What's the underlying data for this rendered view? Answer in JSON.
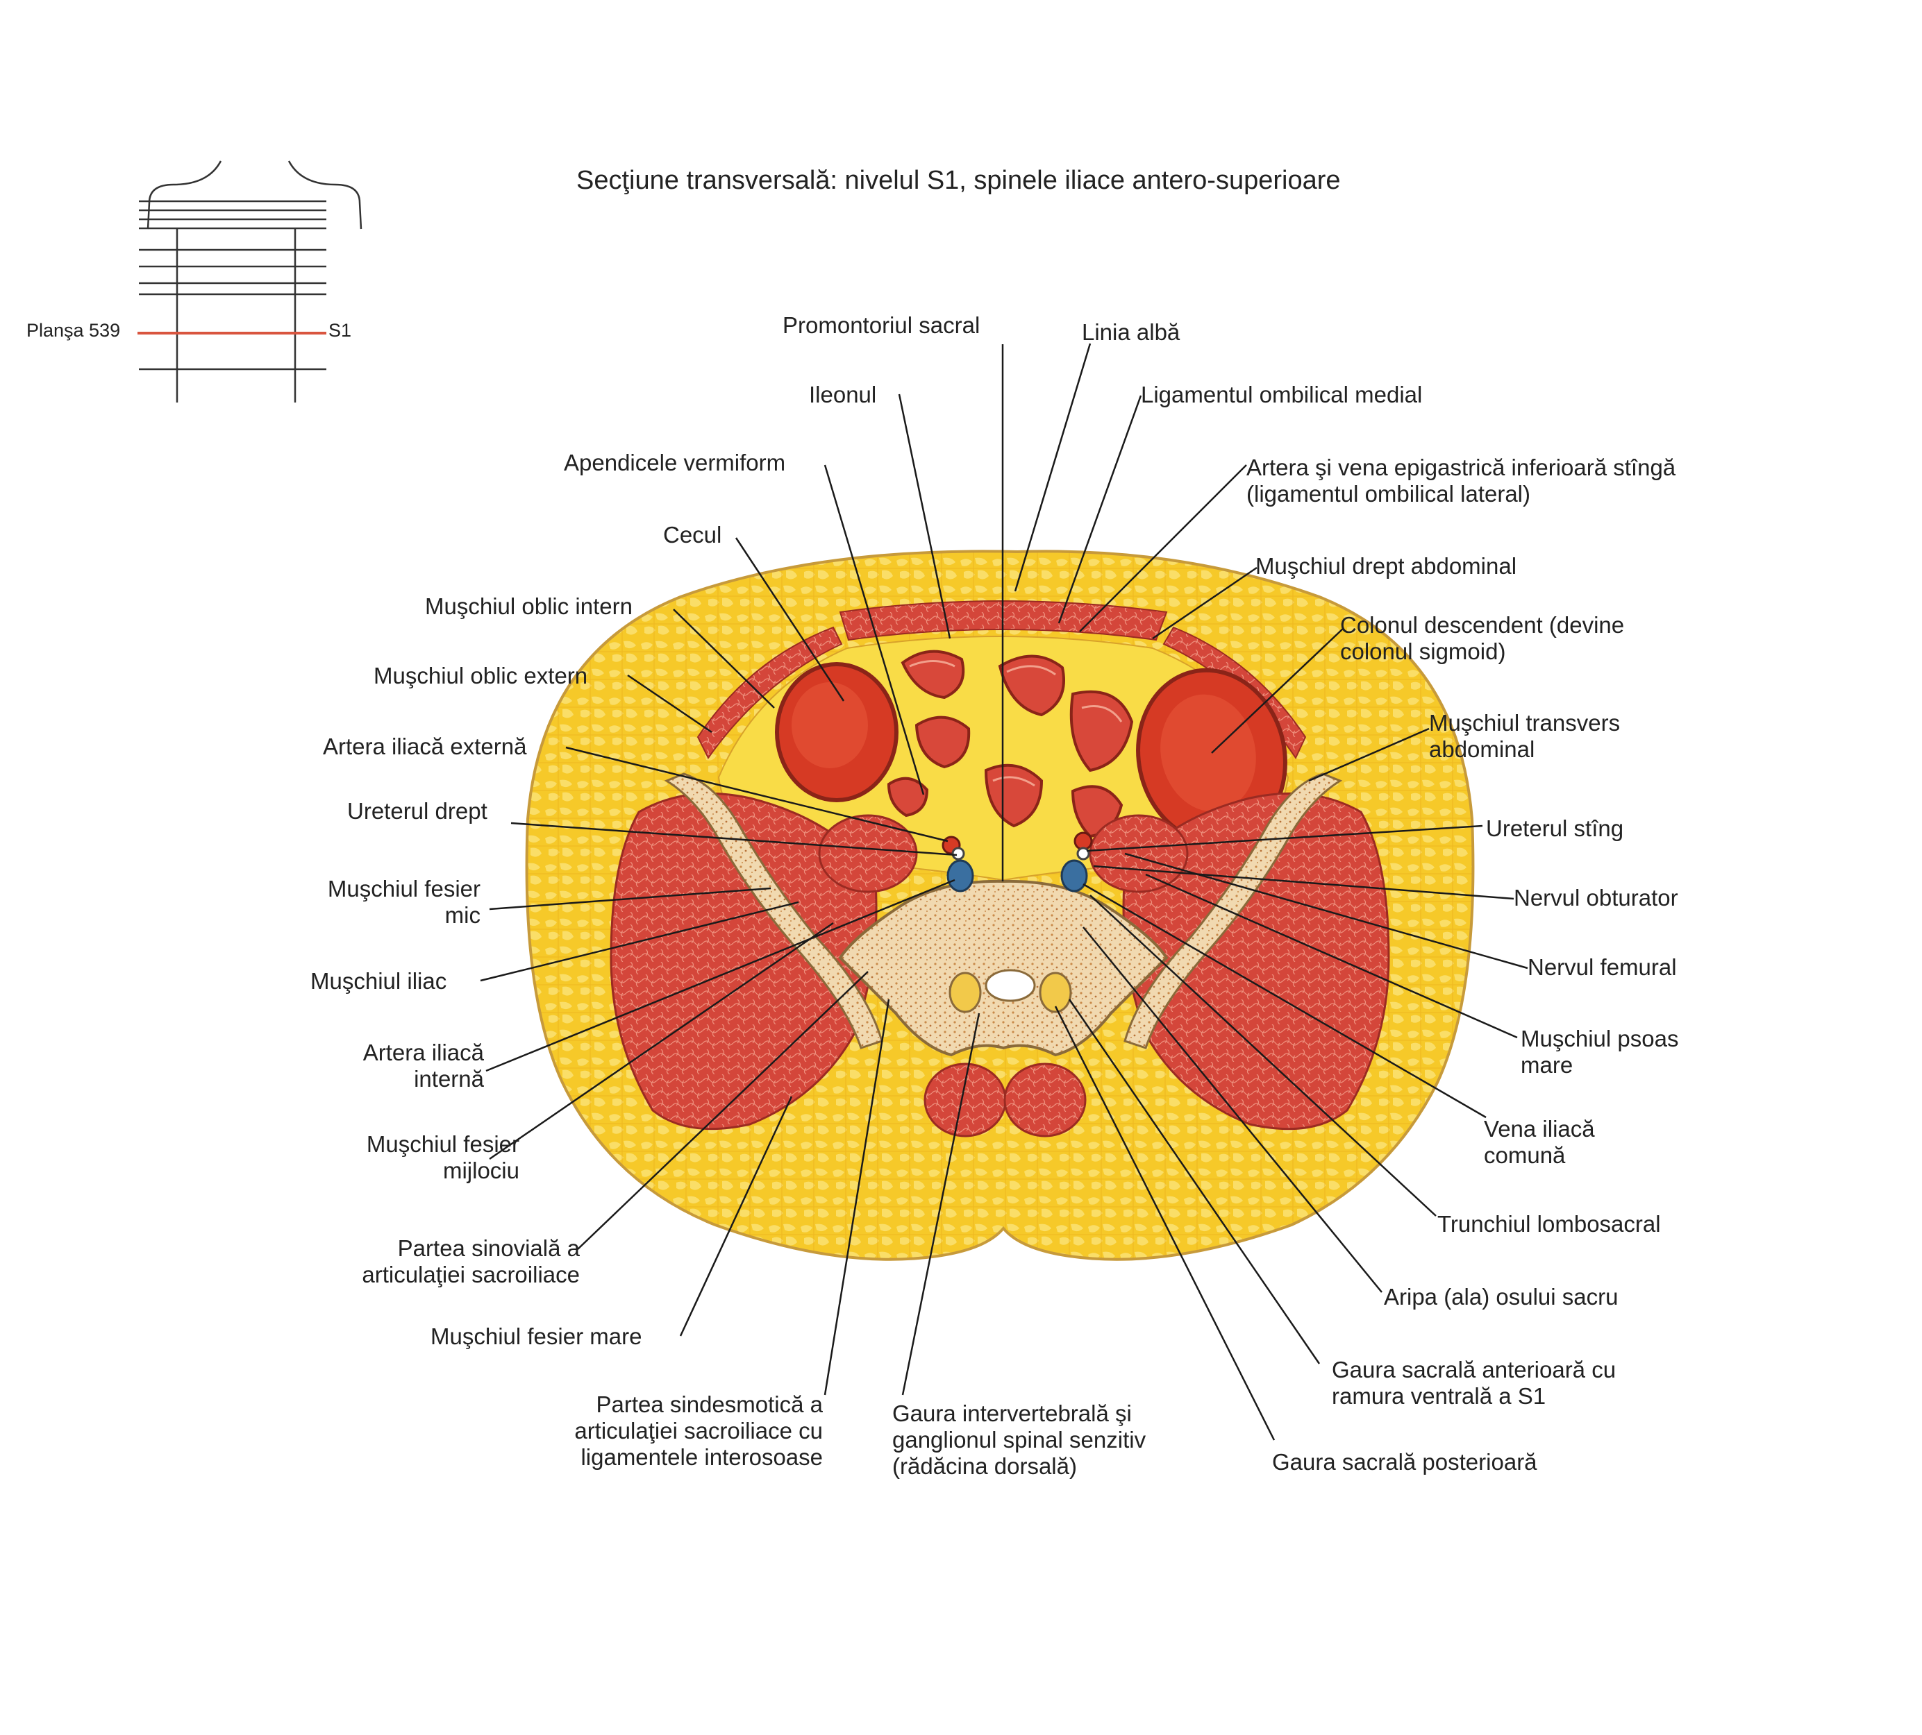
{
  "title": "Secţiune transversală: nivelul S1, spinele iliace antero-superioare",
  "figure_ref": {
    "plate": "Planşa 539",
    "level": "S1"
  },
  "colors": {
    "fat": "#f6c929",
    "fat_light": "#fae35a",
    "muscle": "#d4463a",
    "muscle_dark": "#b8322a",
    "bone": "#f1d9b0",
    "bone_dots": "#c98a4a",
    "colon": "#d63a24",
    "marker_line": "#d9553f",
    "leader_line": "#1a1a1a"
  },
  "labels": {
    "promontoriu": "Promontoriul sacral",
    "linia_alba": "Linia albă",
    "ileonul": "Ileonul",
    "lig_ombilical_medial": "Ligamentul ombilical medial",
    "apendice": "Apendicele vermiform",
    "epigastrica": [
      "Artera şi vena epigastrică inferioară stîngă",
      "(ligamentul ombilical lateral)"
    ],
    "cecul": "Cecul",
    "drept_abdominal": "Muşchiul drept abdominal",
    "oblic_intern": "Muşchiul oblic intern",
    "colon_descendent": [
      "Colonul descendent (devine",
      "colonul sigmoid)"
    ],
    "oblic_extern": "Muşchiul oblic extern",
    "transvers": [
      "Muşchiul transvers",
      "abdominal"
    ],
    "iliaca_externa": "Artera iliacă externă",
    "ureter_drept": "Ureterul drept",
    "ureter_sting": "Ureterul stîng",
    "fesier_mic": [
      "Muşchiul fesier",
      "mic"
    ],
    "nerv_obturator": "Nervul obturator",
    "iliac": "Muşchiul iliac",
    "nerv_femural": "Nervul femural",
    "iliaca_interna": [
      "Artera iliacă",
      "internă"
    ],
    "psoas": [
      "Muşchiul psoas",
      "mare"
    ],
    "fesier_mijlociu": [
      "Muşchiul fesier",
      "mijlociu"
    ],
    "vena_iliaca": [
      "Vena iliacă",
      "comună"
    ],
    "sinoviala": [
      "Partea sinovială a",
      "articulaţiei sacroiliace"
    ],
    "lombosacral": "Trunchiul lombosacral",
    "fesier_mare": "Muşchiul fesier mare",
    "aripa": "Aripa (ala) osului sacru",
    "sindesmotica": [
      "Partea sindesmotică a",
      "articulaţiei sacroiliace cu",
      "ligamentele interosoase"
    ],
    "intervertebrala": [
      "Gaura intervertebrală şi",
      "ganglionul spinal senzitiv",
      "(rădăcina dorsală)"
    ],
    "sacrala_anterioara": [
      "Gaura sacrală anterioară cu",
      "ramura ventrală a S1"
    ],
    "sacrala_posterioara": "Gaura sacrală posterioară"
  }
}
